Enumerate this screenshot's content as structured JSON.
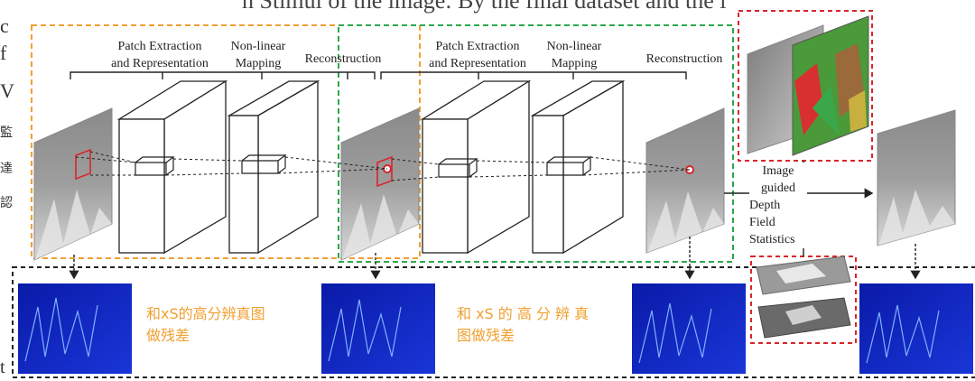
{
  "background_fragments": {
    "top_text": "n Stimul of the image: By the final dataset and the l",
    "left_chars": [
      "c",
      "f",
      "V",
      "監",
      "達",
      "認",
      "t"
    ]
  },
  "stage1": {
    "patch_label": "Patch Extraction\nand Representation",
    "nonlinear_label": "Non-linear\nMapping",
    "recon_label": "Reconstruction"
  },
  "stage2": {
    "patch_label": "Patch Extraction\nand Representation",
    "nonlinear_label": "Non-linear\nMapping",
    "recon_label": "Reconstruction"
  },
  "guide_label": "Image\nguided",
  "stats_label": "Depth\nField\nStatistics",
  "residual_notes": {
    "first": "和xS的高分辨真图\n做残差",
    "second": "和 xS 的 高 分 辨 真\n图做残差"
  },
  "colors": {
    "orange_box": "#f0a030",
    "green_box": "#2aa84a",
    "red_box": "#d8252a",
    "black_box": "#222222",
    "residual_blue": "#1028c8"
  }
}
